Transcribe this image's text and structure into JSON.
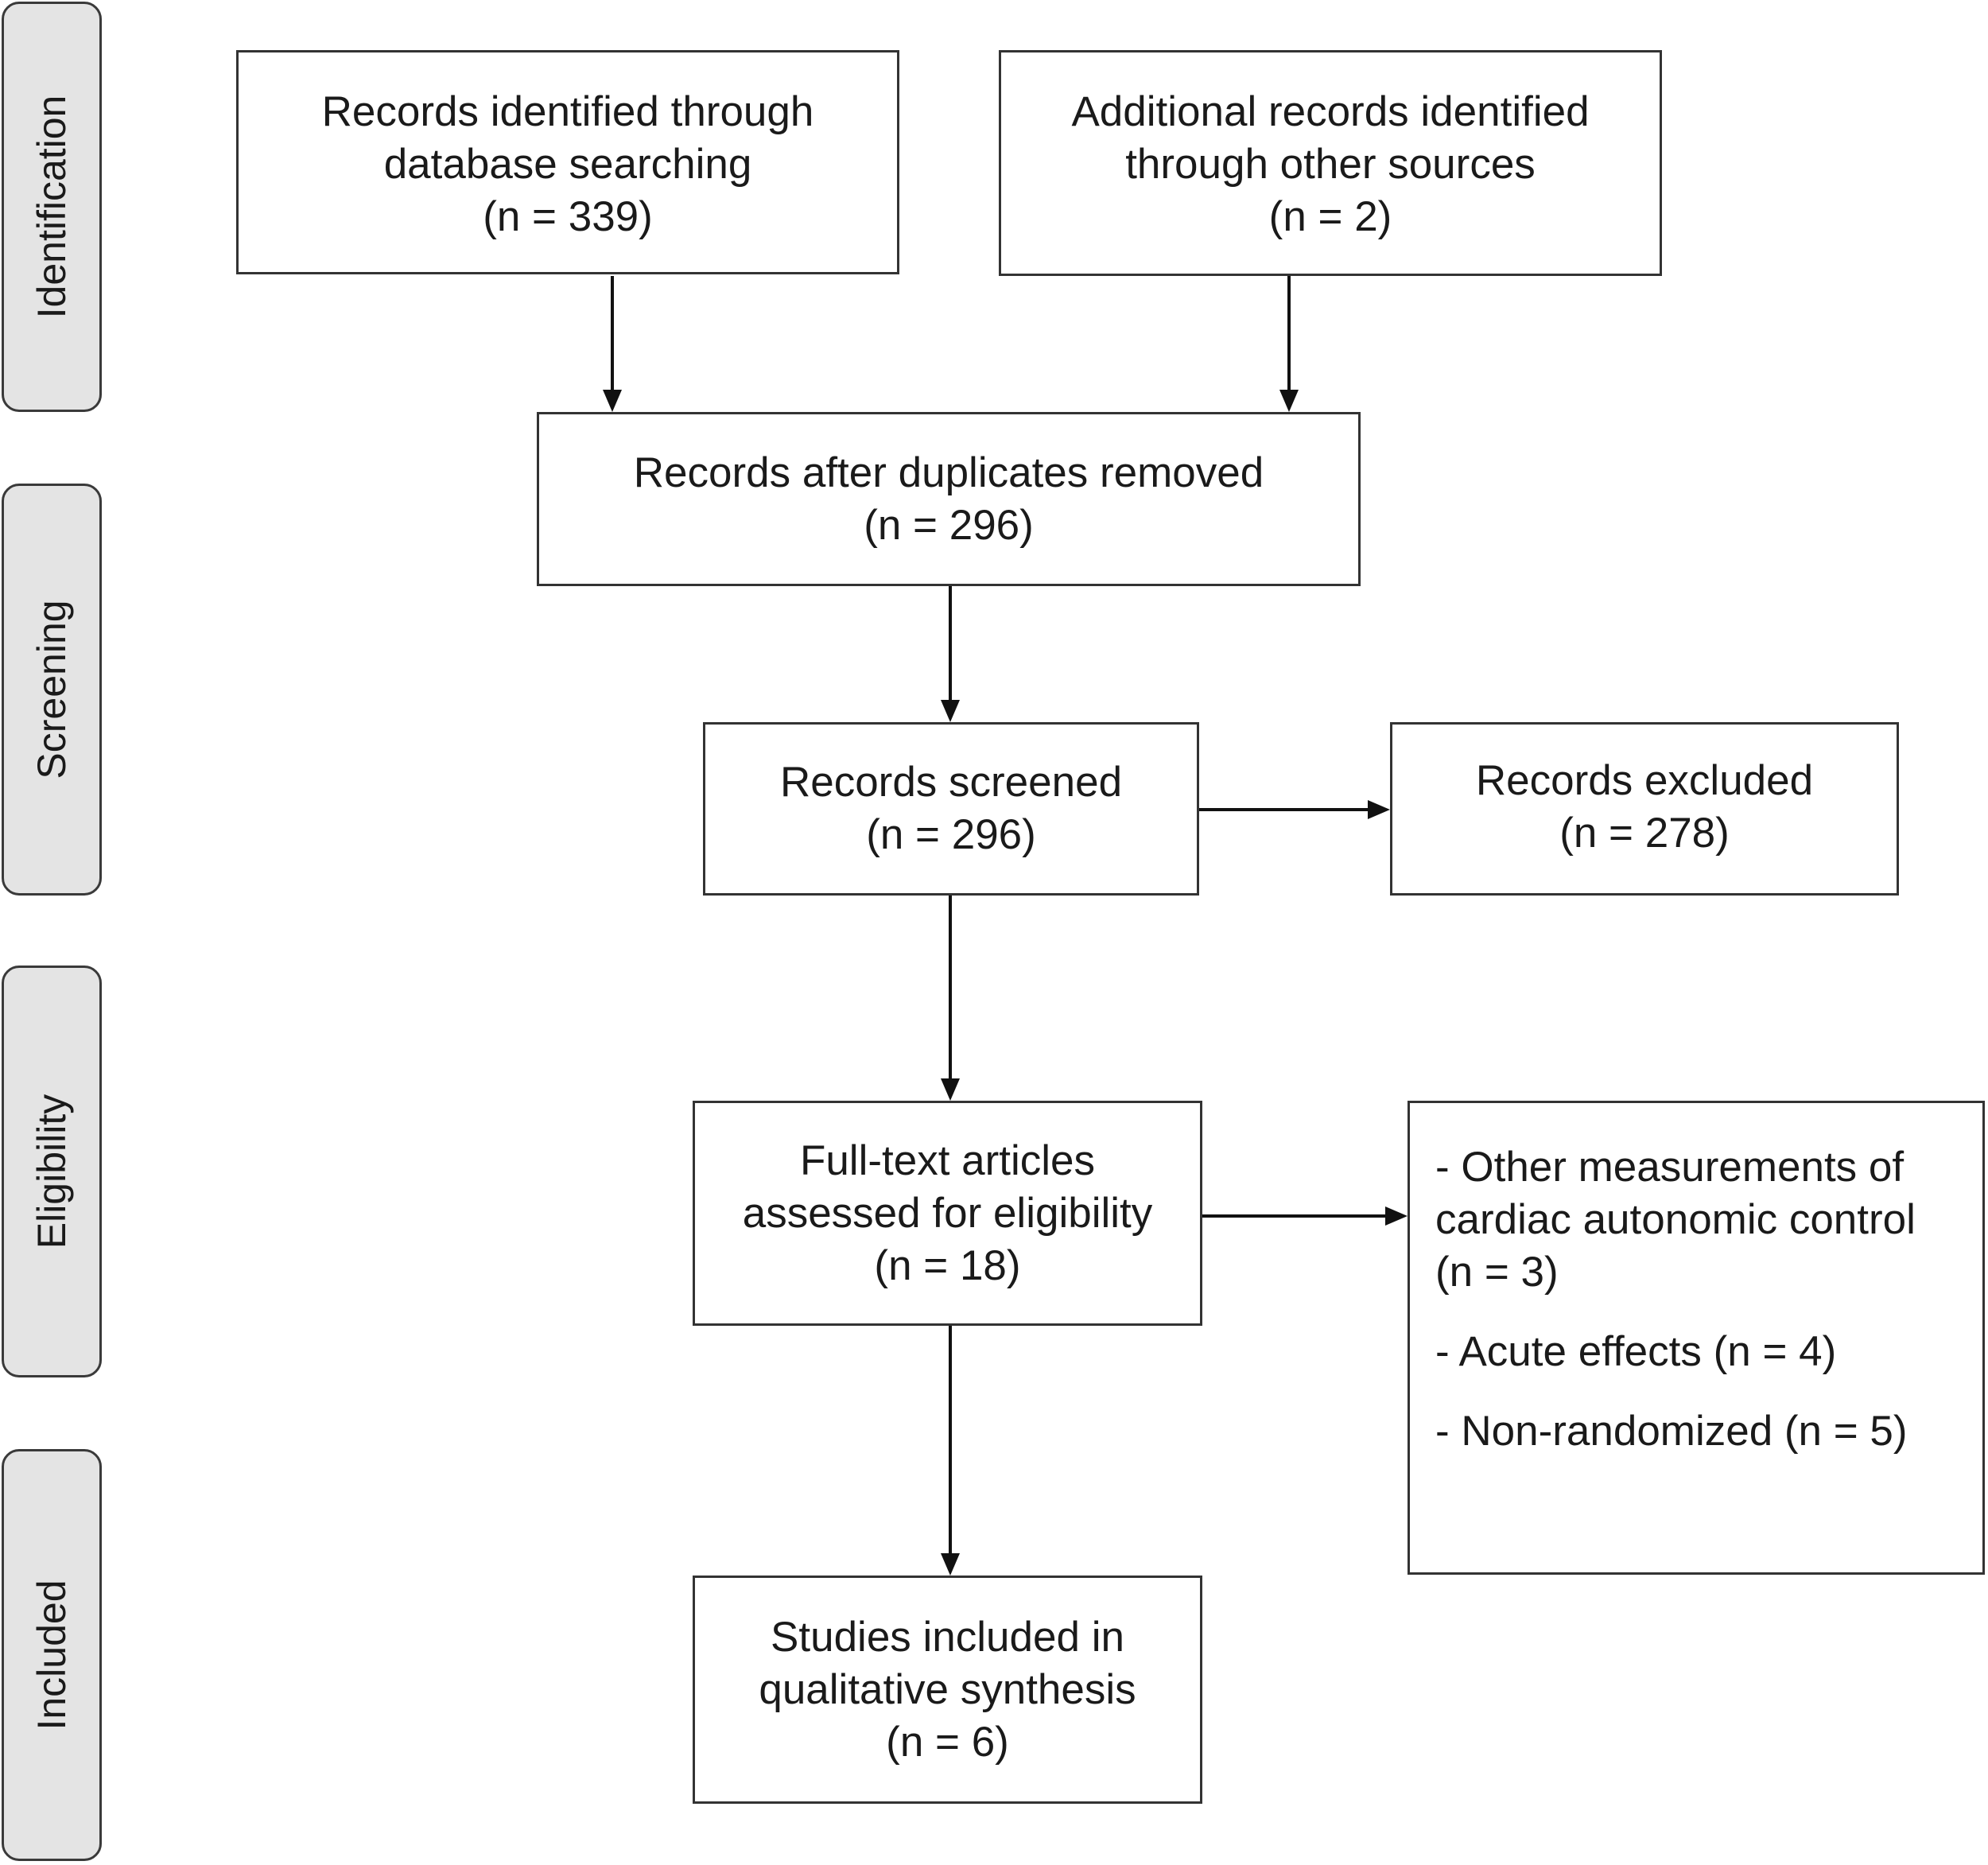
{
  "stages": {
    "identification": "Identification",
    "screening": "Screening",
    "eligibility": "Eligibility",
    "included": "Included"
  },
  "boxes": {
    "database": {
      "line1": "Records identified through",
      "line2": "database searching",
      "count": "(n = 339)"
    },
    "other_sources": {
      "line1": "Additional records identified",
      "line2": "through other sources",
      "count": "(n = 2)"
    },
    "duplicates_removed": {
      "line1": "Records after duplicates removed",
      "count": "(n = 296)"
    },
    "screened": {
      "line1": "Records screened",
      "count": "(n = 296)"
    },
    "excluded": {
      "line1": "Records excluded",
      "count": "(n = 278)"
    },
    "eligibility": {
      "line1": "Full-text articles",
      "line2": "assessed for eligibility",
      "count": "(n = 18)"
    },
    "exclusion_reasons": {
      "reason1_line1": "- Other measurements of",
      "reason1_line2": "cardiac autonomic control",
      "reason1_count": "(n = 3)",
      "reason2": "- Acute effects (n = 4)",
      "reason3": "- Non-randomized (n = 5)"
    },
    "included": {
      "line1": "Studies included in",
      "line2": "qualitative synthesis",
      "count": "(n = 6)"
    }
  }
}
